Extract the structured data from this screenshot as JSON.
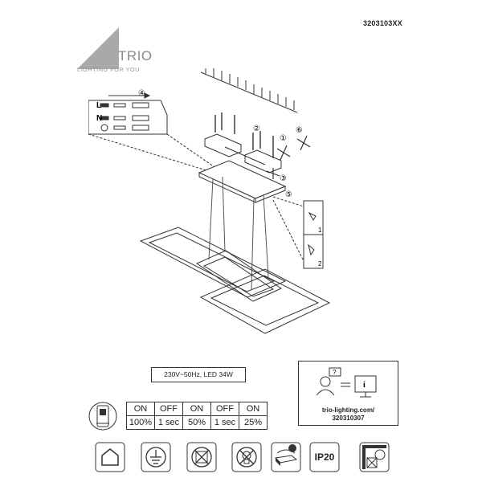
{
  "header": {
    "product_code": "3203103XX",
    "brand": "TRIO",
    "tagline": "LIGHTING FOR YOU"
  },
  "steps": [
    "①",
    "②",
    "③",
    "④",
    "⑤",
    "⑥",
    "1",
    "2"
  ],
  "wiring": {
    "live": "L",
    "neutral": "N"
  },
  "spec": {
    "rating": "230V~50Hz,  LED 34W"
  },
  "switch_sequence": {
    "states": [
      "ON",
      "OFF",
      "ON",
      "OFF",
      "ON"
    ],
    "values": [
      "100%",
      "1 sec",
      "50%",
      "1 sec",
      "25%"
    ]
  },
  "info": {
    "url": "trio-lighting.com/",
    "code": "320310307"
  },
  "symbols": {
    "ip_rating": "IP20",
    "icons": [
      "indoor-use-icon",
      "protection-earth-icon",
      "no-dimmer-icon",
      "no-bulb-disposal-icon",
      "remote-control-icon",
      "ip20-icon",
      "no-direct-mount-icon"
    ]
  }
}
